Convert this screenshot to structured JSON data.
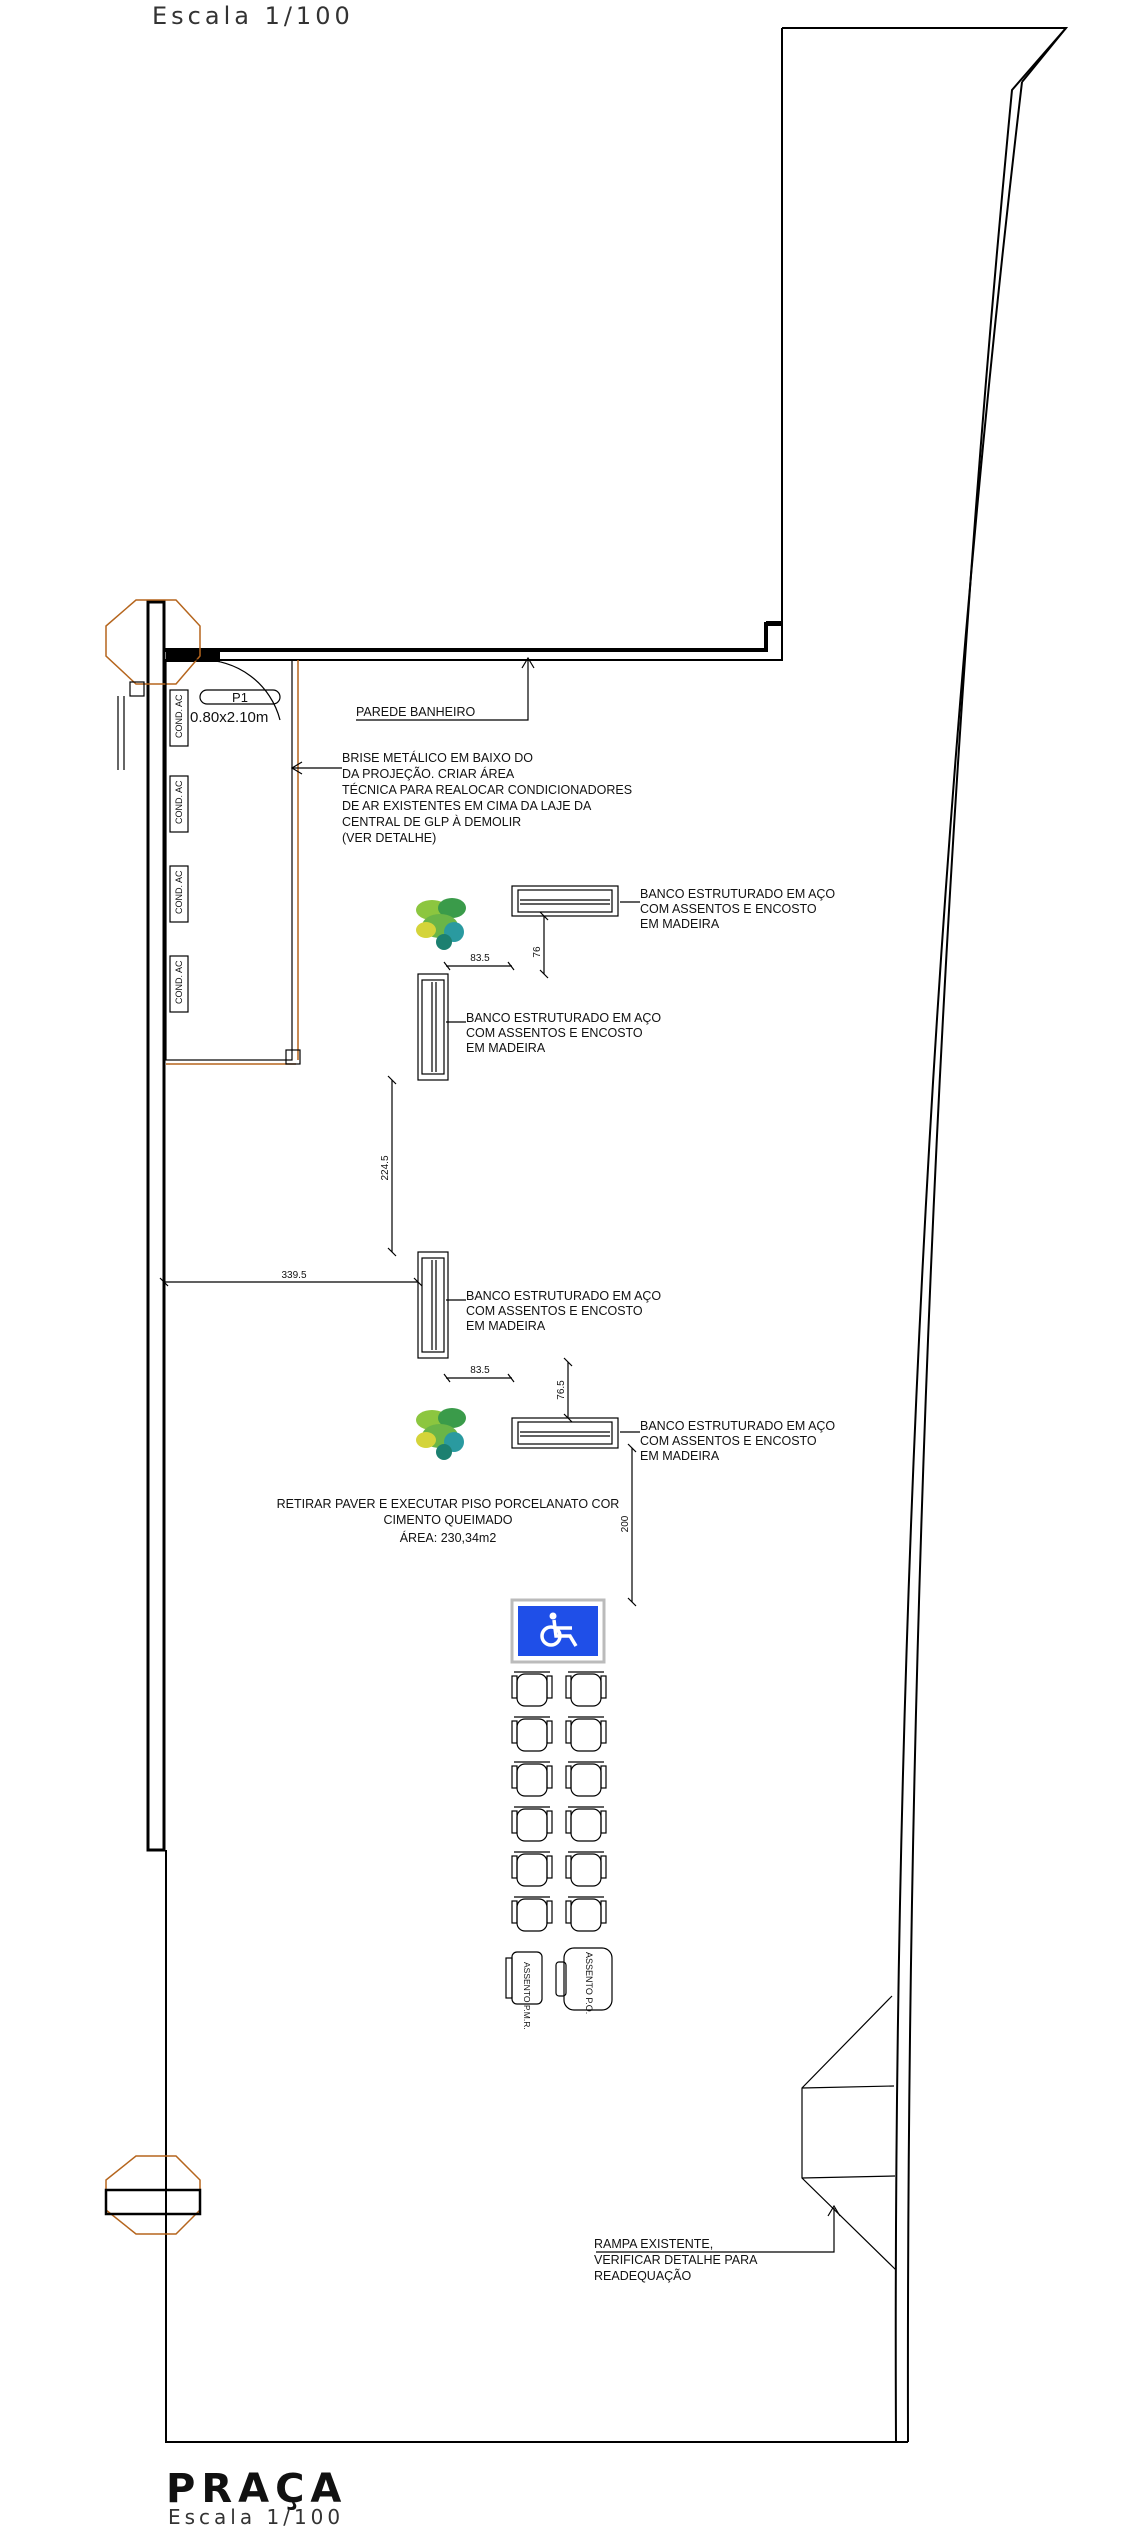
{
  "header": {
    "scale_top": "Escala 1/100"
  },
  "footer": {
    "title": "PRAÇA",
    "scale": "Escala 1/100"
  },
  "door": {
    "tag": "P1",
    "size": "0.80x2.10m"
  },
  "ac_units": [
    "COND. AC",
    "COND. AC",
    "COND. AC",
    "COND. AC"
  ],
  "labels": {
    "parede": "PAREDE BANHEIRO",
    "brise": [
      "BRISE METÁLICO EM BAIXO DO",
      "DA PROJEÇÃO. CRIAR ÁREA",
      "TÉCNICA PARA REALOCAR CONDICIONADORES",
      "DE AR EXISTENTES EM CIMA DA LAJE DA",
      "CENTRAL DE GLP À DEMOLIR",
      "(VER DETALHE)"
    ],
    "banco": [
      "BANCO ESTRUTURADO EM AÇO",
      "COM ASSENTOS  E ENCOSTO",
      "EM MADEIRA"
    ],
    "piso": [
      "RETIRAR PAVER E EXECUTAR PISO PORCELANATO COR",
      "CIMENTO QUEIMADO",
      "ÁREA: 230,34m2"
    ],
    "rampa": [
      "RAMPA EXISTENTE,",
      "VERIFICAR DETALHE PARA",
      "READEQUAÇÃO"
    ]
  },
  "dimensions": {
    "d1": "83.5",
    "d2": "76",
    "d3": "224.5",
    "d4": "339.5",
    "d5": "83.5",
    "d6": "76.5",
    "d7": "200"
  },
  "seats": {
    "pmr": "ASSENTO P.M.R.",
    "po": "ASSENTO P.O."
  }
}
